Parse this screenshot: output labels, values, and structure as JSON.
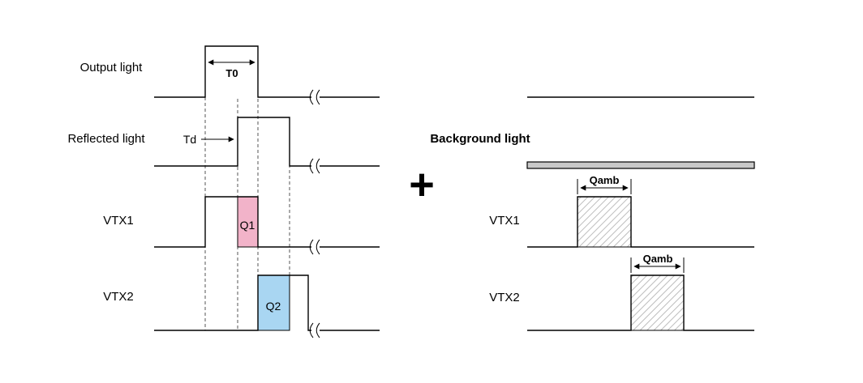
{
  "left_diagram": {
    "row_labels": [
      "Output light",
      "Reflected light",
      "VTX1",
      "VTX2"
    ],
    "annotations": {
      "pulse_width_label": "T0",
      "delay_label": "Td",
      "q1_label": "Q1",
      "q2_label": "Q2"
    },
    "colors": {
      "q1_fill": "#f2b3c9",
      "q2_fill": "#a9d6f2"
    }
  },
  "plus_sign": "+",
  "right_diagram": {
    "background_label": "Background light",
    "row_labels": [
      "VTX1",
      "VTX2"
    ],
    "qamb_label_1": "Qamb",
    "qamb_label_2": "Qamb",
    "band_fill": "#c9c9c9"
  }
}
